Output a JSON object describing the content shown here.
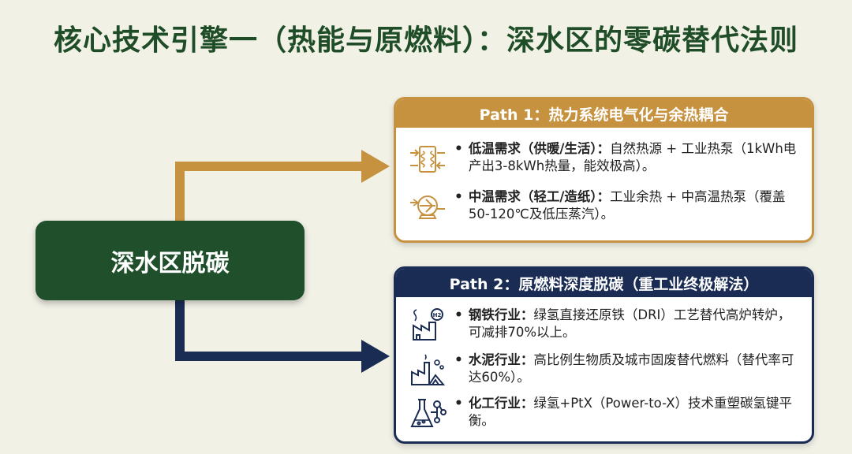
{
  "title": "核心技术引擎一（热能与原燃料）：深水区的零碳替代法则",
  "hub": {
    "label": "深水区脱碳"
  },
  "panel1": {
    "header": "Path 1：热力系统电气化与余热耦合",
    "items": [
      {
        "icon": "heat-exchanger-icon",
        "label": "低温需求（供暖/生活）：",
        "text": "自然热源 + 工业热泵（1kWh电产出3-8kWh热量，能效极高）。"
      },
      {
        "icon": "heat-pump-icon",
        "label": "中温需求（轻工/造纸）：",
        "text": "工业余热 + 中高温热泵（覆盖50-120℃及低压蒸汽）。"
      }
    ]
  },
  "panel2": {
    "header": "Path 2：原燃料深度脱碳（重工业终极解法）",
    "items": [
      {
        "icon": "steel-plant-h2-icon",
        "label": "钢铁行业：",
        "text": "绿氢直接还原铁（DRI）工艺替代高炉转炉，可减排70%以上。"
      },
      {
        "icon": "cement-plant-icon",
        "label": "水泥行业：",
        "text": "高比例生物质及城市固废替代燃料（替代率可达60%）。"
      },
      {
        "icon": "chemical-flask-icon",
        "label": "化工行业：",
        "text": "绿氢+PtX（Power-to-X）技术重塑碳氢键平衡。"
      }
    ]
  },
  "colors": {
    "title": "#1f4d28",
    "hub": "#1f4f2b",
    "path1": "#c6923f",
    "path2": "#1a2c54",
    "background": "#f2f1e6"
  }
}
